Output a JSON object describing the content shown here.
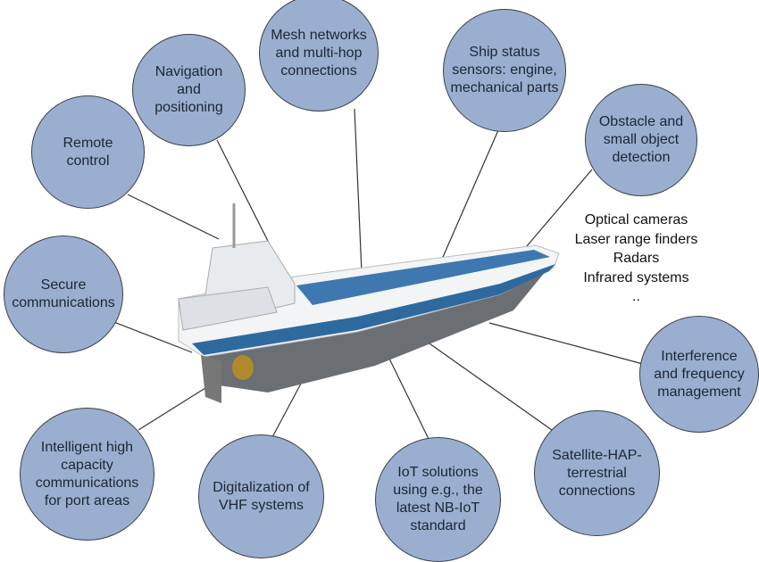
{
  "bubbles": [
    {
      "id": "remote-control",
      "label": "Remote\ncontrol"
    },
    {
      "id": "navigation",
      "label": "Navigation\nand\npositioning"
    },
    {
      "id": "mesh",
      "label": "Mesh networks\nand multi-hop\nconnections"
    },
    {
      "id": "ship-status",
      "label": "Ship status\nsensors: engine,\nmechanical parts"
    },
    {
      "id": "obstacle",
      "label": "Obstacle and\nsmall object\ndetection"
    },
    {
      "id": "secure",
      "label": "Secure\ncommunications"
    },
    {
      "id": "interference",
      "label": "Interference\nand frequency\nmanagement"
    },
    {
      "id": "satellite",
      "label": "Satellite-HAP-\nterrestrial\nconnections"
    },
    {
      "id": "iot",
      "label": "IoT solutions\nusing e.g., the\nlatest NB-IoT\nstandard"
    },
    {
      "id": "vhf",
      "label": "Digitalization of\nVHF systems"
    },
    {
      "id": "port",
      "label": "Intelligent high\ncapacity\ncommunications\nfor port areas"
    }
  ],
  "sensor_list": [
    "Optical cameras",
    "Laser range finders",
    "Radars",
    "Infrared systems",
    ".."
  ],
  "colors": {
    "bubble_fill": "#9aafd0",
    "bubble_border": "#3a3f48",
    "hull_blue": "#2e6a9e",
    "hull_gray": "#6b6e73"
  }
}
